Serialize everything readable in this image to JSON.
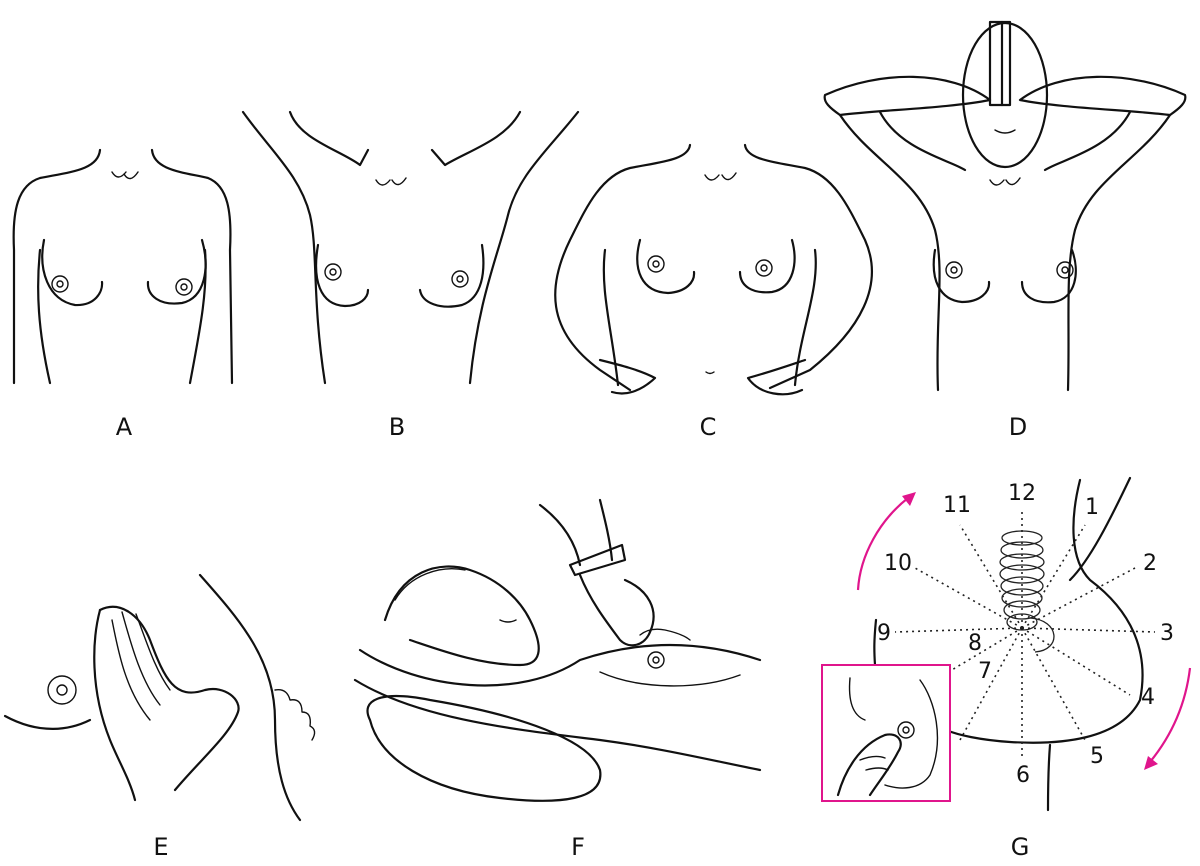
{
  "panels": [
    {
      "id": "A",
      "label": "A"
    },
    {
      "id": "B",
      "label": "B"
    },
    {
      "id": "C",
      "label": "C"
    },
    {
      "id": "D",
      "label": "D"
    },
    {
      "id": "E",
      "label": "E"
    },
    {
      "id": "F",
      "label": "F"
    },
    {
      "id": "G",
      "label": "G"
    }
  ],
  "clock_numbers": [
    "12",
    "1",
    "2",
    "3",
    "4",
    "5",
    "6",
    "7",
    "8",
    "9",
    "10",
    "11"
  ],
  "colors": {
    "accent": "#e0158c",
    "ink": "#111111"
  }
}
